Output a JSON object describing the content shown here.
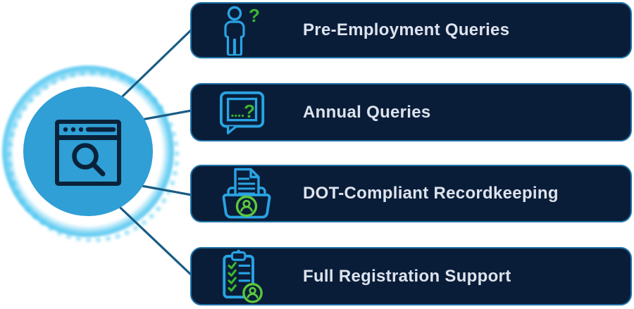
{
  "diagram": {
    "hub": {
      "icon": "browser-search-icon"
    },
    "items": [
      {
        "label": "Pre-Employment Queries",
        "icon": "person-question-icon"
      },
      {
        "label": "Annual Queries",
        "icon": "chat-question-icon"
      },
      {
        "label": "DOT-Compliant Recordkeeping",
        "icon": "folder-documents-person-icon"
      },
      {
        "label": "Full Registration Support",
        "icon": "clipboard-checklist-person-icon"
      }
    ],
    "glyphs": {
      "question_mark": "?"
    },
    "colors": {
      "card_background": "#0A1D38",
      "card_border": "#2173A8",
      "label_text": "#DDE3EE",
      "icon_blue": "#29A3E3",
      "icon_green": "#3CB632",
      "icon_green_alt": "#5CC83C",
      "hub_fill": "#2F9FD6",
      "hub_spray": "#4FC6F0",
      "hub_icon": "#0A2239",
      "connector_line": "#1A5C85"
    }
  }
}
